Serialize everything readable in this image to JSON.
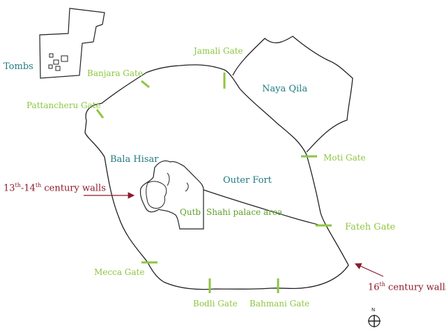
{
  "labels": {
    "tombs": "Tombs",
    "naya_qila": "Naya Qila",
    "bala_hisar": "Bala Hisar",
    "outer_fort": "Outer Fort",
    "qutb": "Qutb",
    "shahi_palace_area": "Shahi palace area"
  },
  "gates": {
    "jamali": "Jamali Gate",
    "banjara": "Banjara Gate",
    "pattancheru": "Pattancheru Gate",
    "moti": "Moti Gate",
    "fateh": "Fateh Gate",
    "mecca": "Mecca Gate",
    "bodli": "Bodli Gate",
    "bahmani": "Bahmani Gate"
  },
  "annotations": {
    "walls_13_14": {
      "start": "13",
      "mid": "-14",
      "sup": "th",
      "end": " century walls"
    },
    "walls_16": {
      "start": "16",
      "sup": "th",
      "end": " century walls"
    }
  },
  "compass": {
    "label": "N"
  },
  "colors": {
    "walls": "#222222",
    "gate_marker": "#8dc63f",
    "gate_text": "#8dc63f",
    "area_text": "#1f7a80",
    "annotation": "#8b1a2b"
  }
}
